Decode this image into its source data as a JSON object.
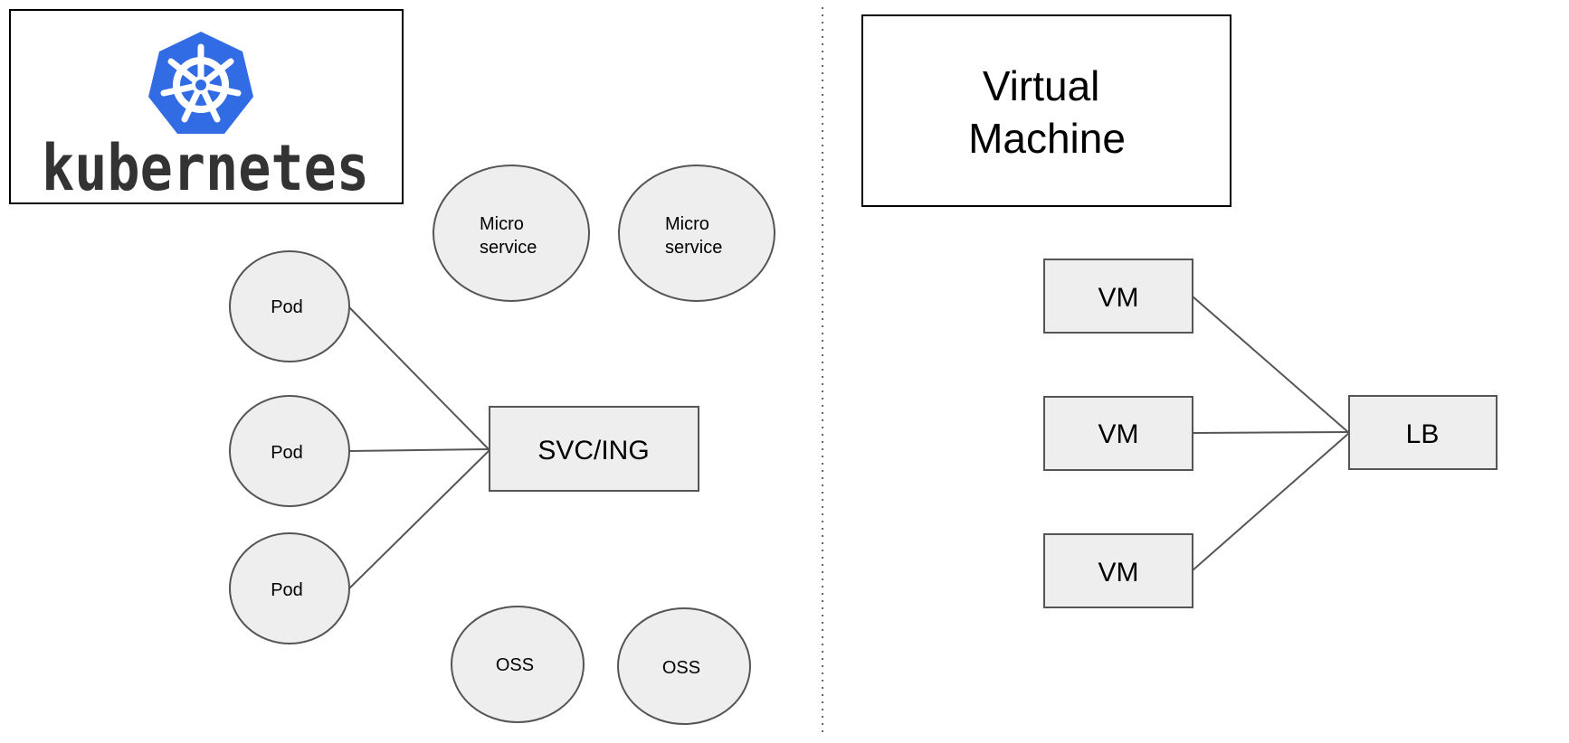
{
  "colors": {
    "node_fill": "#eeeeee",
    "stroke": "#555555",
    "logo_blue": "#326ce5",
    "brand_text": "#333333"
  },
  "left": {
    "logo": {
      "icon": "kubernetes-helm-icon",
      "brand": "kubernetes"
    },
    "microservices": [
      {
        "line1": "Micro",
        "line2": "service"
      },
      {
        "line1": "Micro",
        "line2": "service"
      }
    ],
    "pods": [
      "Pod",
      "Pod",
      "Pod"
    ],
    "svc": "SVC/ING",
    "oss": [
      "OSS",
      "OSS"
    ]
  },
  "right": {
    "title": {
      "line1": "Virtual",
      "line2": "Machine"
    },
    "vms": [
      "VM",
      "VM",
      "VM"
    ],
    "lb": "LB"
  }
}
